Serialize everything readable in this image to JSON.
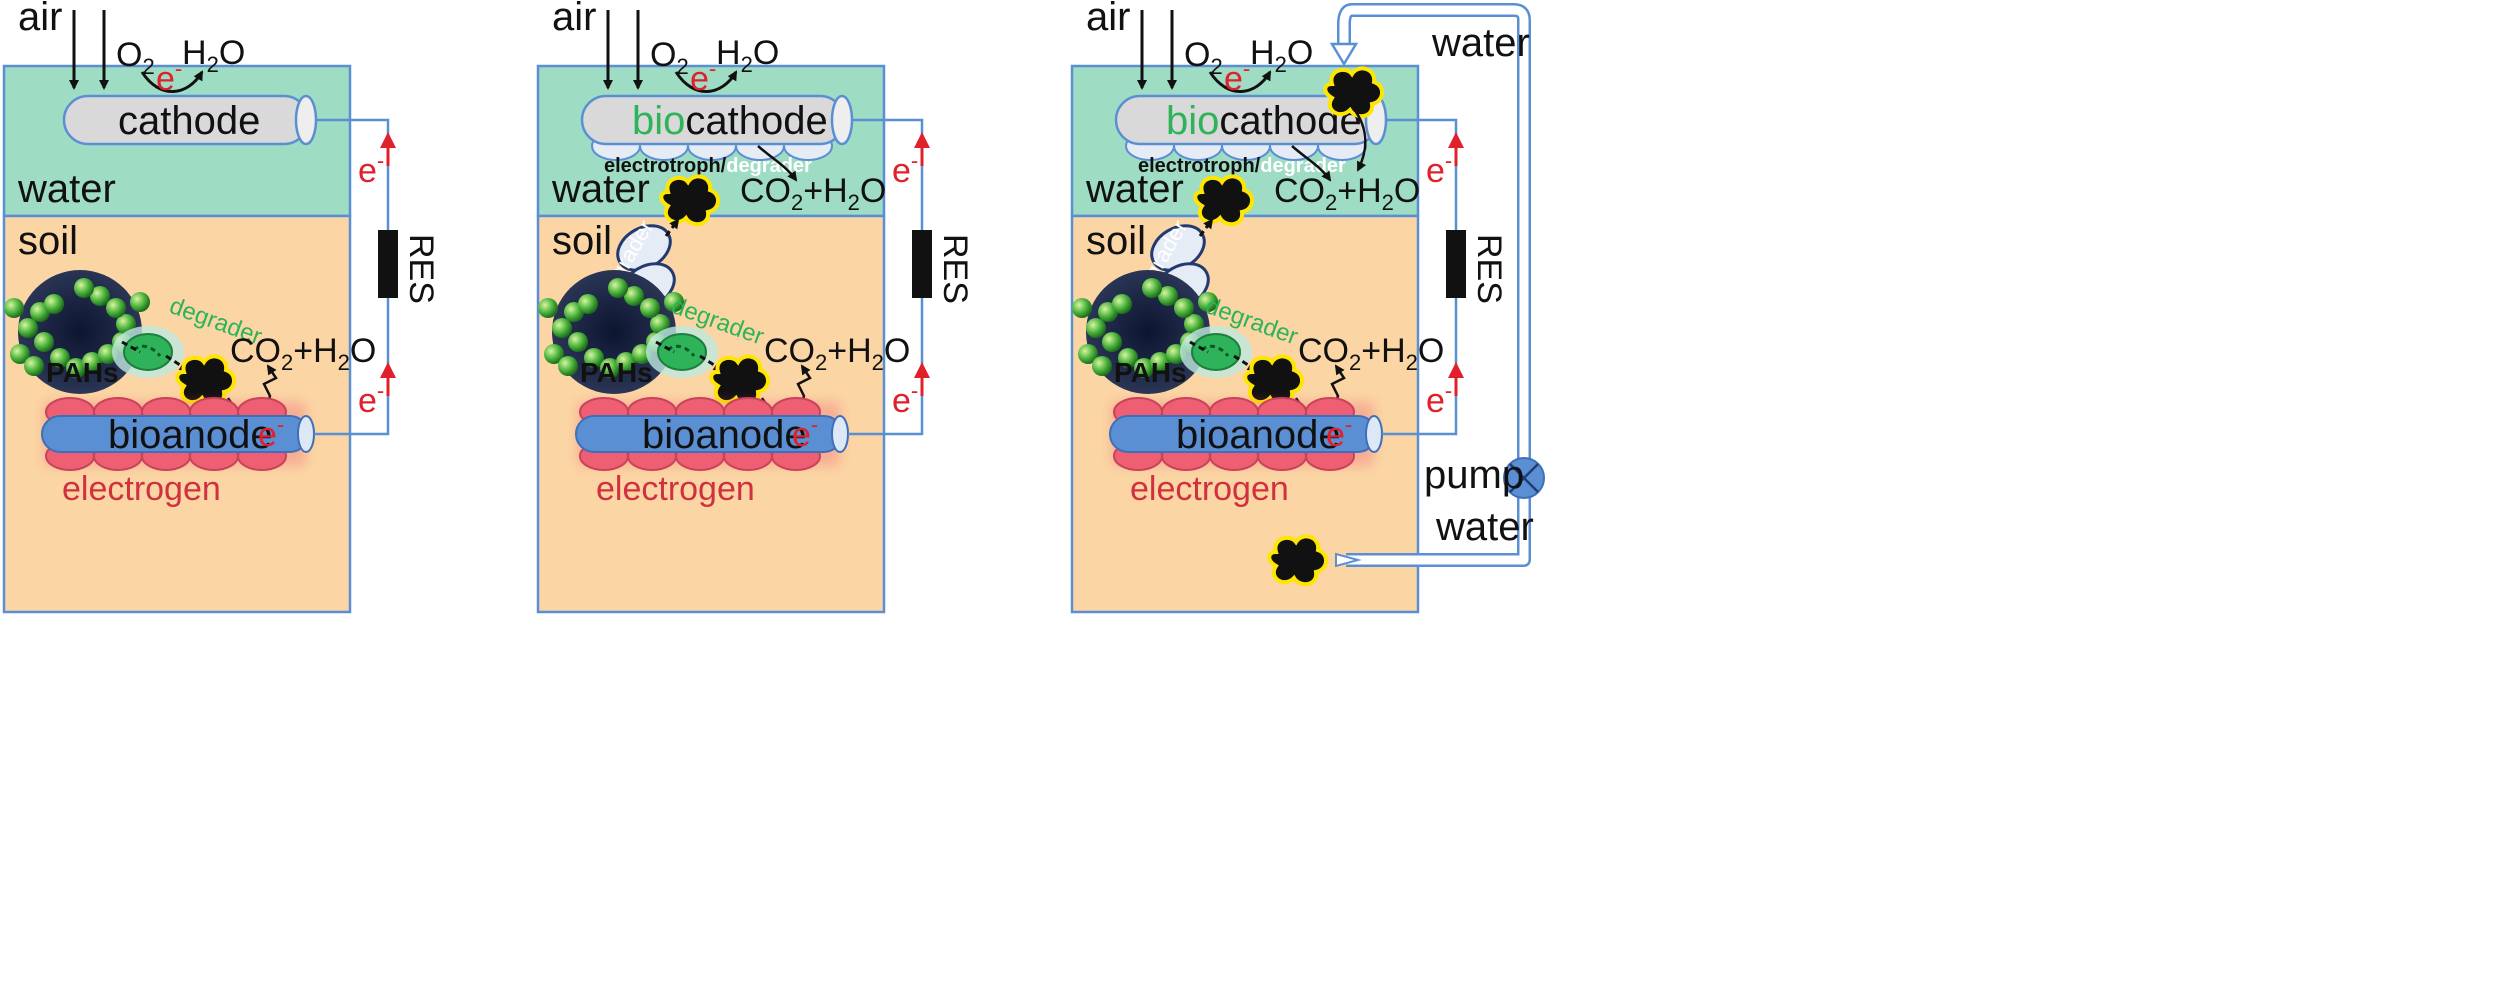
{
  "labels": {
    "air": "air",
    "water": "water",
    "soil": "soil",
    "o2_base": "O",
    "o2_sub": "2",
    "h2o_h": "H",
    "h2o_sub": "2",
    "h2o_o": "O",
    "electron_e": "e",
    "electron_sign": "-",
    "cathode": "cathode",
    "bio": "bio",
    "bioanode": "bioanode",
    "electrogen": "electrogen",
    "degrader": "degrader",
    "pahs": "PAHs",
    "co2_c": "CO",
    "co2_sub": "2",
    "co2_rest": "+H",
    "co2_sub2": "2",
    "co2_o": "O",
    "electrotroph": "electrotroph/",
    "res": "RES",
    "pump": "pump"
  },
  "colors": {
    "water": "#9fdcc4",
    "soil": "#fbd6a4",
    "border": "#5b8fd3",
    "electrode": "#d9d9d9",
    "anode_core": "#5b8fd3",
    "electrogen_cell": "#ef5f74",
    "degrader_green": "#2fb35a",
    "electron_red": "#e0202a",
    "pollutant": "#111111",
    "pollutant_glow": "#ffe600",
    "res_block": "#111111"
  },
  "panels": [
    {
      "id": "panel-a",
      "biocathode": false,
      "pump_loop": false
    },
    {
      "id": "panel-b",
      "biocathode": true,
      "pump_loop": false
    },
    {
      "id": "panel-c",
      "biocathode": true,
      "pump_loop": true
    }
  ]
}
